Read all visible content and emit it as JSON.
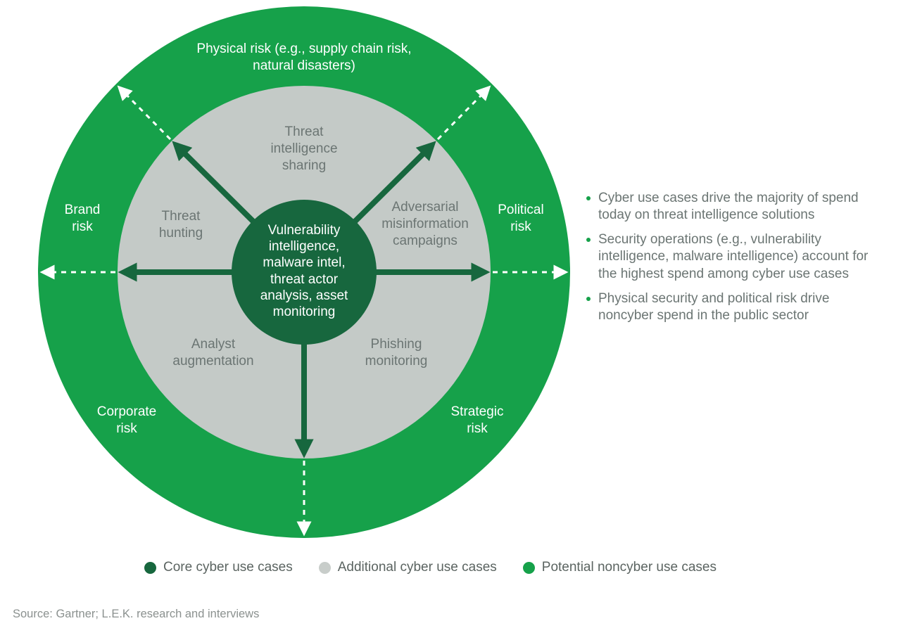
{
  "colors": {
    "bright_green": "#16A14A",
    "dark_green": "#17673E",
    "ring_gray": "#C4CAC7",
    "text_gray": "#6B7573",
    "label_white": "#FFFFFF"
  },
  "diagram": {
    "outer_ring_labels": {
      "top": "Physical risk (e.g., supply chain risk, natural disasters)",
      "left": "Brand risk",
      "right": "Political risk",
      "bottom_left": "Corporate risk",
      "bottom_right": "Strategic risk"
    },
    "middle_ring_labels": {
      "top": "Threat intelligence sharing",
      "left": "Threat hunting",
      "right": "Adversarial misinformation campaigns",
      "bottom_left": "Analyst augmentation",
      "bottom_right": "Phishing monitoring"
    },
    "center_label": "Vulnerability intelligence, malware intel, threat actor analysis, asset monitoring"
  },
  "insights": {
    "bullets": [
      "Cyber use cases drive the majority of spend today on threat intelligence solutions",
      "Security operations (e.g., vulnerability intelligence, malware intelligence) account for the highest spend among cyber use cases",
      "Physical security and political risk drive noncyber spend in the public sector"
    ]
  },
  "legend": {
    "items": [
      {
        "label": "Core cyber use cases",
        "color": "#17673E"
      },
      {
        "label": "Additional cyber use cases",
        "color": "#C8CDCA"
      },
      {
        "label": "Potential noncyber use cases",
        "color": "#16A14A"
      }
    ]
  },
  "source": "Source: Gartner; L.E.K. research and interviews"
}
